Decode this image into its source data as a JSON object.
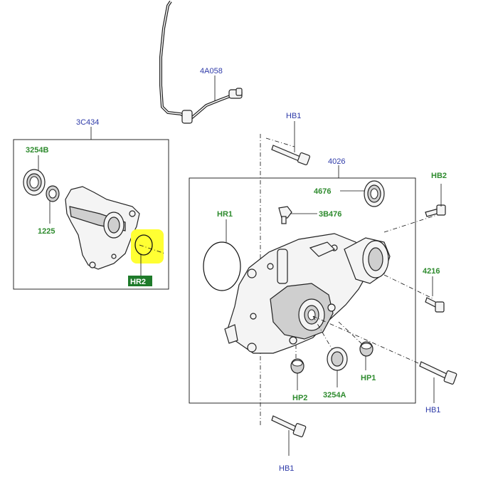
{
  "labels": {
    "part_4A058": "4A058",
    "part_3C434": "3C434",
    "part_3254B": "3254B",
    "part_1225": "1225",
    "part_HR2": "HR2",
    "part_HB1_top": "HB1",
    "part_4026": "4026",
    "part_HB2": "HB2",
    "part_4676": "4676",
    "part_HR1": "HR1",
    "part_3B476": "3B476",
    "part_4216": "4216",
    "part_HP1": "HP1",
    "part_HP2": "HP2",
    "part_3254A": "3254A",
    "part_HB1_right": "HB1",
    "part_HB1_bottom": "HB1"
  },
  "colors": {
    "label_blue": "#2e3aa8",
    "label_green": "#2e8b2e",
    "highlight_yellow": "#ffff33",
    "highlight_tag": "#1e7a2a"
  }
}
